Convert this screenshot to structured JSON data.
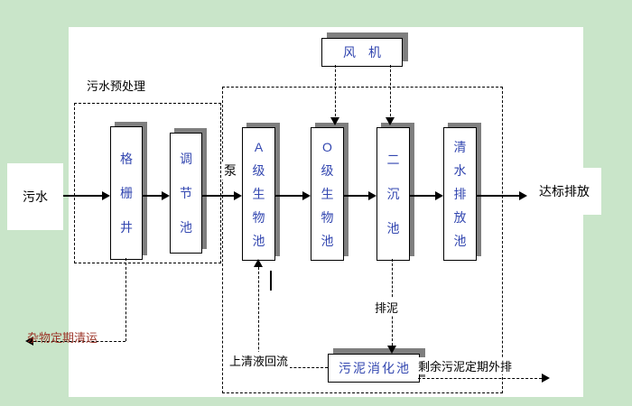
{
  "colors": {
    "background": "#c9e5c9",
    "panel": "#ffffff",
    "tank_label": "#3347b0",
    "shadow": "#7f7f7f",
    "line": "#000000",
    "debris_label": "#9c3528"
  },
  "nodes": {
    "influent": "污水",
    "grid_well": "格栅井",
    "regulating_tank": "调节池",
    "a_bio_tank": "A级生物池",
    "o_bio_tank": "O级生物池",
    "secondary_sedimentation_tank": "二沉池",
    "clear_water_discharge_tank": "清水排放池",
    "fan": "风机",
    "sludge_digestion_tank": "污泥消化池",
    "effluent": "达标排放"
  },
  "labels": {
    "pretreatment": "污水预处理",
    "pump": "泵",
    "sludge_discharge": "排泥",
    "supernatant_reflux": "上清液回流",
    "excess_sludge_out": "剩余污泥定期外排",
    "debris_removal": "杂物定期清运"
  }
}
